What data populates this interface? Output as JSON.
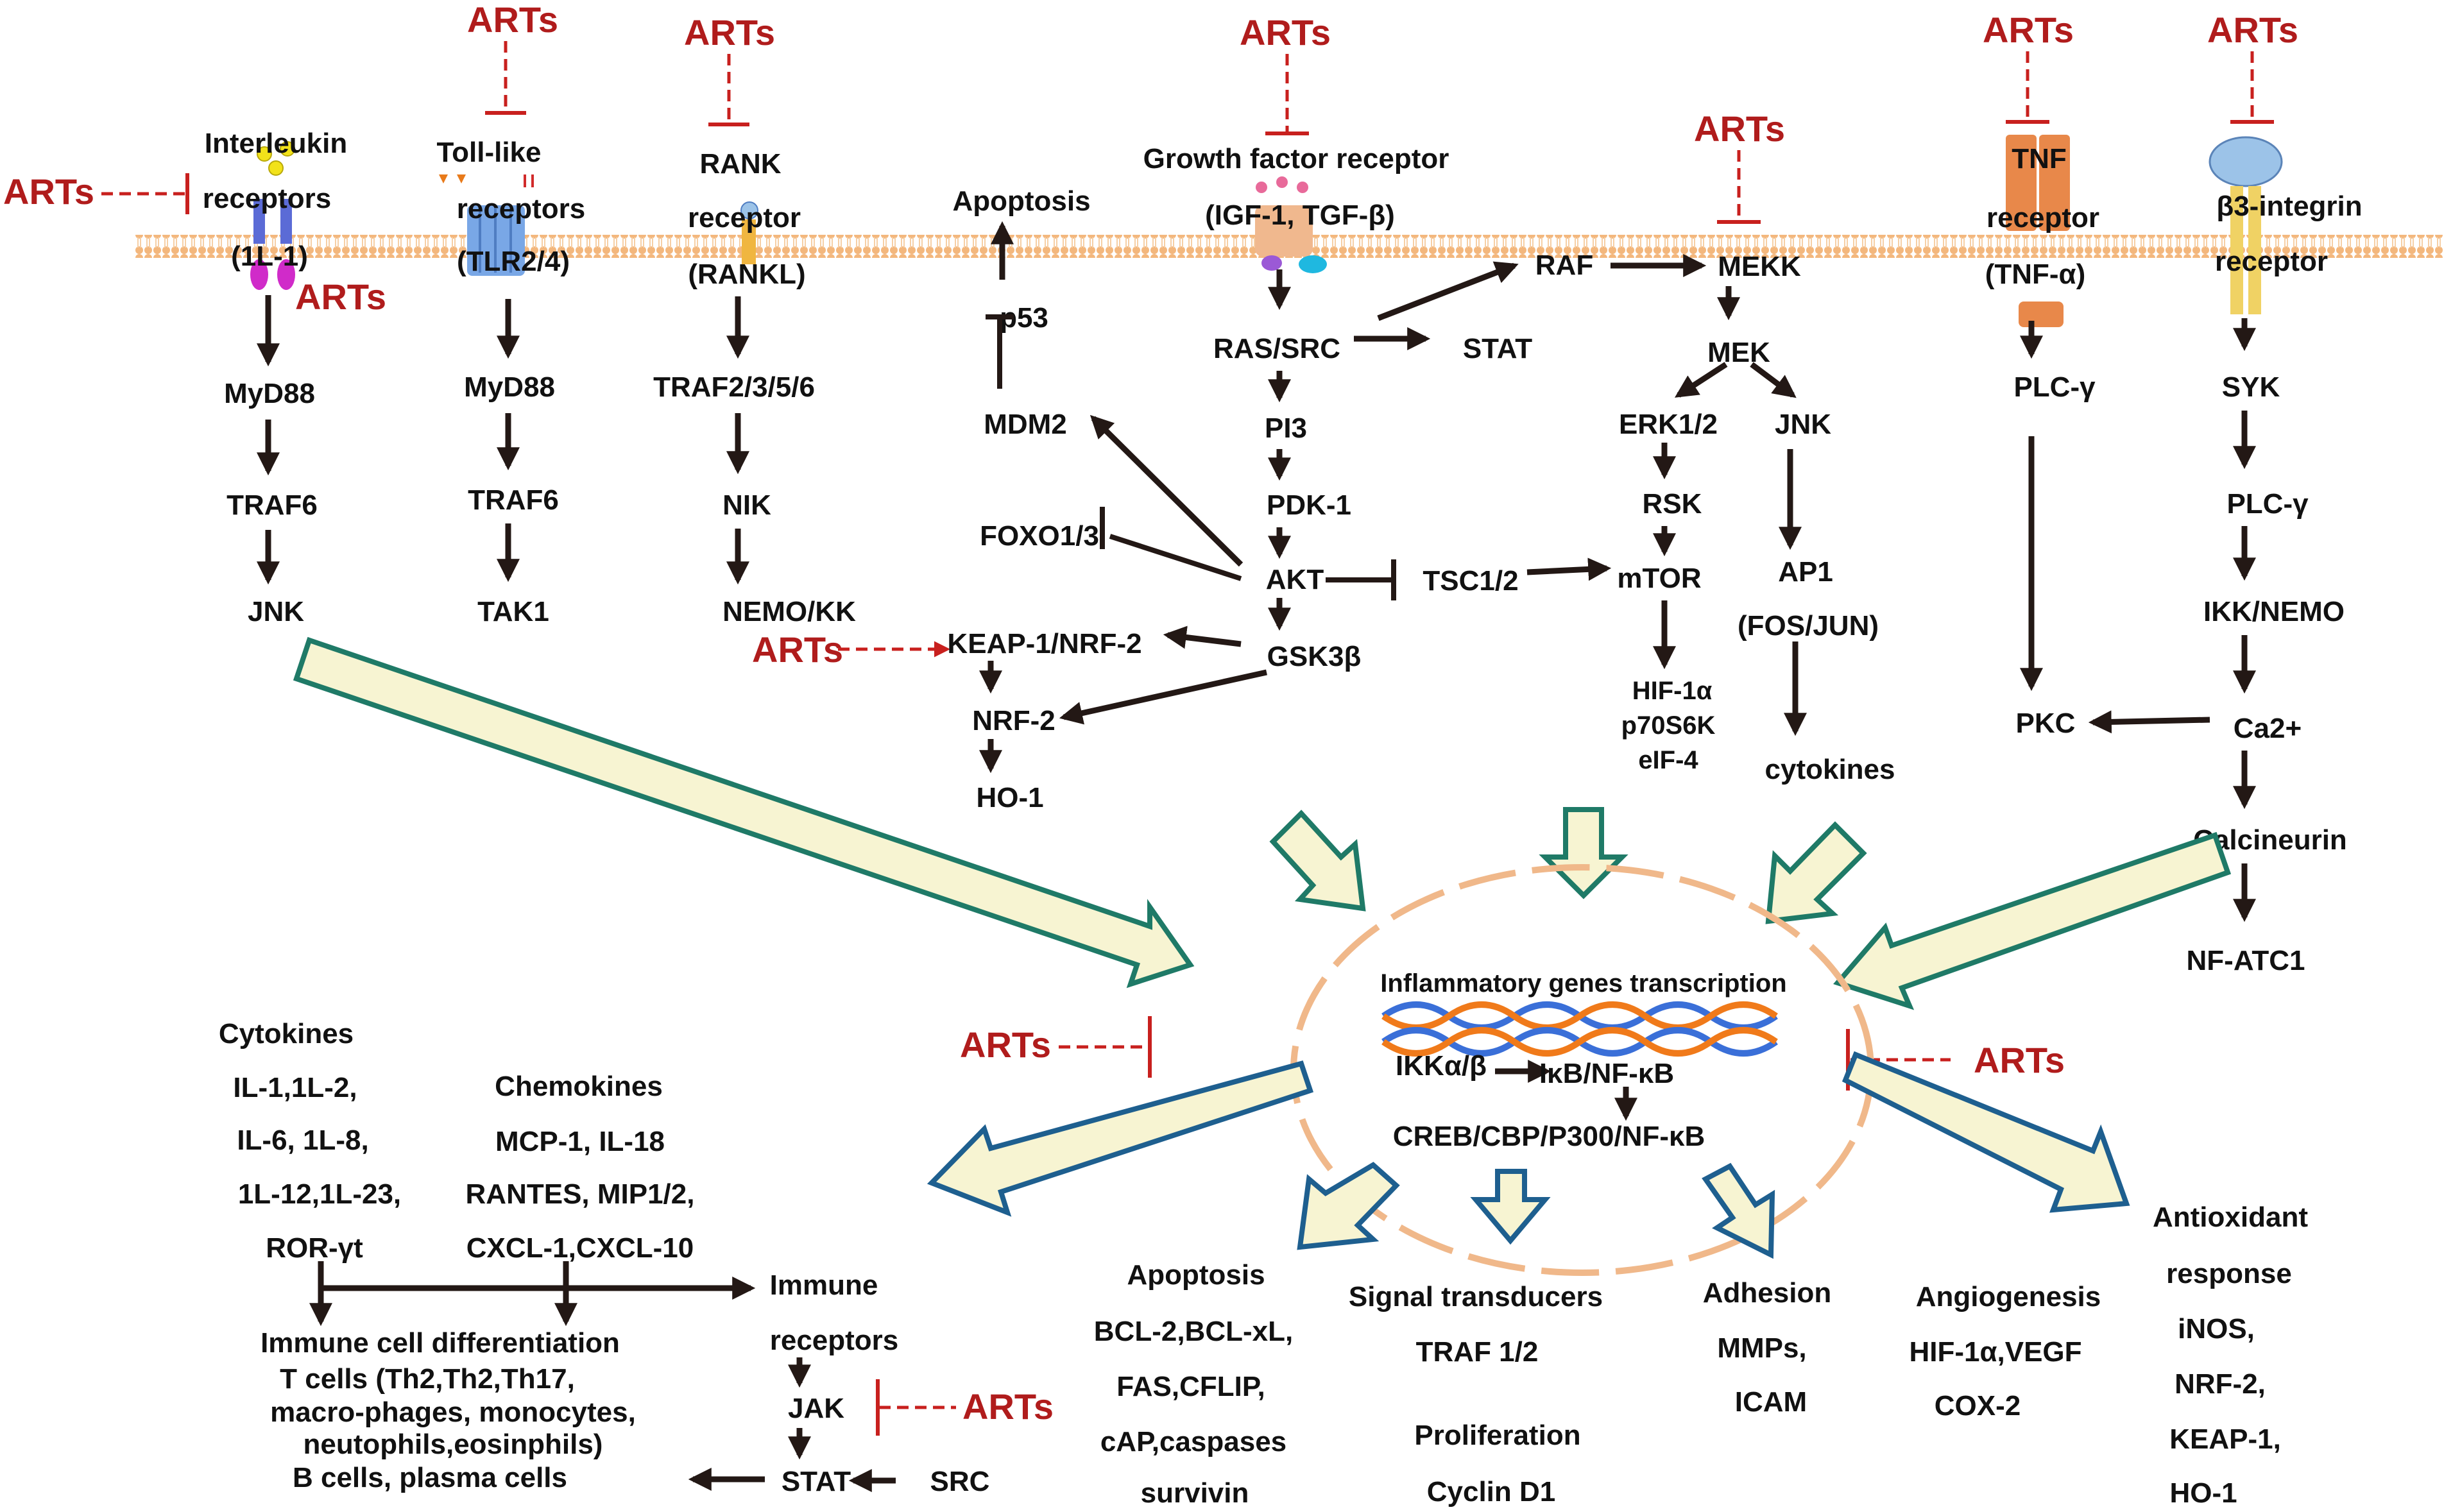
{
  "colors": {
    "membrane": "#f3b77d",
    "inhibitor_red": "#c8201e",
    "arrow": "#231815",
    "fat_arrow_green": "#1f7a67",
    "fat_arrow_blue": "#1e5f8f",
    "fat_arrow_fill": "#f7f4d2",
    "dna_blue": "#3a6fd8",
    "dna_orange": "#f07a1a"
  },
  "inhibitor": "ARTs",
  "receptors": {
    "interleukin": [
      "Interleukin",
      "receptors",
      "(1L-1)"
    ],
    "toll_like": [
      "Toll-like",
      "receptors",
      "(TLR2/4)"
    ],
    "rank": [
      "RANK",
      "receptor",
      "(RANKL)"
    ],
    "growth_factor": [
      "Growth factor receptor",
      "(IGF-1, TGF-β)"
    ],
    "tnf": [
      "TNF",
      "receptor",
      "(TNF-α)"
    ],
    "integrin": [
      "β3-integrin",
      "receptor"
    ]
  },
  "pathways": {
    "il": [
      "MyD88",
      "TRAF6",
      "JNK"
    ],
    "tlr": [
      "MyD88",
      "TRAF6",
      "TAK1"
    ],
    "rank": [
      "TRAF2/3/5/6",
      "NIK",
      "NEMO/KK"
    ],
    "gf": {
      "apoptosis": "Apoptosis",
      "p53": "p53",
      "mdm2": "MDM2",
      "foxo": "FOXO1/3",
      "keap_nrf": "KEAP-1/NRF-2",
      "nrf2": "NRF-2",
      "ho1": "HO-1",
      "ras": "RAS/SRC",
      "stat": "STAT",
      "pi3": "PI3",
      "pdk": "PDK-1",
      "akt": "AKT",
      "gsk": "GSK3β",
      "tsc": "TSC1/2",
      "raf": "RAF"
    },
    "mek": {
      "mekk": "MEKK",
      "mek": "MEK",
      "erk": "ERK1/2",
      "jnk": "JNK",
      "rsk": "RSK",
      "mtor": "mTOR",
      "hif": [
        "HIF-1α",
        "p70S6K",
        "eIF-4"
      ],
      "ap1": [
        "AP1",
        "(FOS/JUN)"
      ],
      "cytokines": "cytokines"
    },
    "tnf": [
      "PLC-γ",
      "PKC"
    ],
    "integrin": [
      "SYK",
      "PLC-γ",
      "IKK/NEMO",
      "Ca2+",
      "Calcineurin",
      "NF-ATC1"
    ]
  },
  "nucleus": {
    "title": "Inflammatory genes transcription",
    "ikk": "IKKα/β",
    "ikb": "IκB/NF-κB",
    "creb": "CREB/CBP/P300/NF-κB"
  },
  "outputs": {
    "cytokines": [
      "Cytokines",
      "IL-1,1L-2,",
      "IL-6, 1L-8,",
      "1L-12,1L-23,",
      "ROR-γt"
    ],
    "chemokines": [
      "Chemokines",
      "MCP-1, IL-18",
      "RANTES, MIP1/2,",
      "CXCL-1,CXCL-10"
    ],
    "immune_receptors": [
      "Immune",
      "receptors"
    ],
    "differentiation": [
      "Immune cell differentiation",
      "T cells (Th2,Th2,Th17,",
      "macro-phages, monocytes,",
      "neutophils,eosinphils)",
      "B cells, plasma cells"
    ],
    "jak": "JAK",
    "stat": "STAT",
    "src": "SRC",
    "apoptosis": [
      "Apoptosis",
      "BCL-2,BCL-xL,",
      "FAS,CFLIP,",
      "cAP,caspases",
      "survivin"
    ],
    "signal": [
      "Signal transducers",
      "TRAF 1/2"
    ],
    "proliferation": [
      "Proliferation",
      "Cyclin D1"
    ],
    "adhesion": [
      "Adhesion",
      "MMPs,",
      "ICAM"
    ],
    "angiogenesis": [
      "Angiogenesis",
      "HIF-1α,VEGF",
      "COX-2"
    ],
    "antioxidant": [
      "Antioxidant",
      "response",
      "iNOS,",
      "NRF-2,",
      "KEAP-1,",
      "HO-1"
    ]
  }
}
